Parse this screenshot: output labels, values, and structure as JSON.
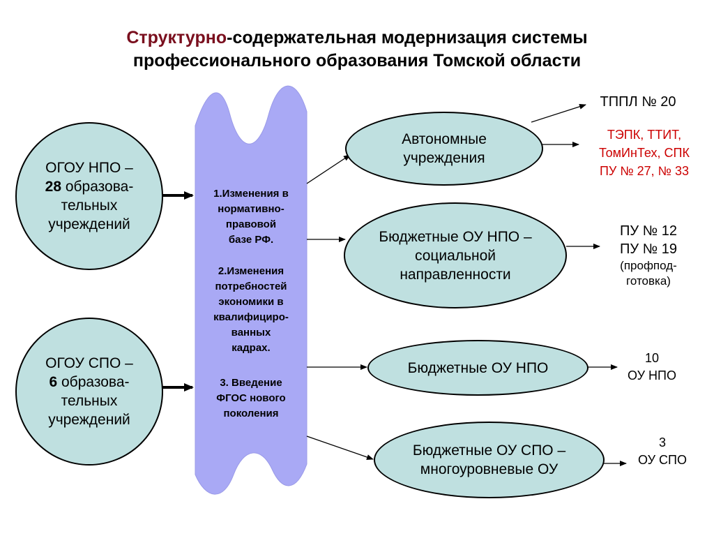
{
  "title": {
    "accent": "Структурно",
    "rest_line1": "-содержательная модернизация системы",
    "line2": "профессионального образования Томской области"
  },
  "left": {
    "npo": {
      "line1": "ОГОУ НПО –",
      "number": "28",
      "line2_rest": " образова-",
      "line3": "тельных",
      "line4": "учреждений"
    },
    "spo": {
      "line1": "ОГОУ СПО –",
      "number": "6",
      "line2_rest": " образова-",
      "line3": "тельных",
      "line4": "учреждений"
    }
  },
  "banner": {
    "item1": [
      "1.Изменения в",
      "нормативно-",
      "правовой",
      "базе РФ."
    ],
    "item2": [
      "2.Изменения",
      "потребностей",
      "экономики в",
      "квалифициро-",
      "ванных",
      "кадрах."
    ],
    "item3": [
      "3. Введение",
      "ФГОС нового",
      "поколения"
    ]
  },
  "categories": {
    "autonomous": [
      "Автономные",
      "учреждения"
    ],
    "budget_social": [
      "Бюджетные ОУ НПО –",
      "социальной",
      "направленности"
    ],
    "budget_npo": [
      "Бюджетные ОУ НПО"
    ],
    "budget_spo": [
      "Бюджетные ОУ СПО –",
      "многоуровневые ОУ"
    ]
  },
  "outcomes": {
    "tppl": "ТППЛ № 20",
    "autonomous_list": [
      "ТЭПК, ТТИТ,",
      "ТомИнТех, СПК",
      "ПУ № 27, № 33"
    ],
    "social": [
      "ПУ № 12",
      "ПУ № 19"
    ],
    "social_note": [
      "(профпод-",
      "готовка)"
    ],
    "npo_count": [
      "10",
      "ОУ НПО"
    ],
    "spo_count": [
      "3",
      "ОУ СПО"
    ]
  },
  "colors": {
    "ellipse_fill": "#bfe0e0",
    "banner_fill": "#a9a9f5",
    "title_accent": "#7a0f1e",
    "red_text": "#cc0000"
  }
}
